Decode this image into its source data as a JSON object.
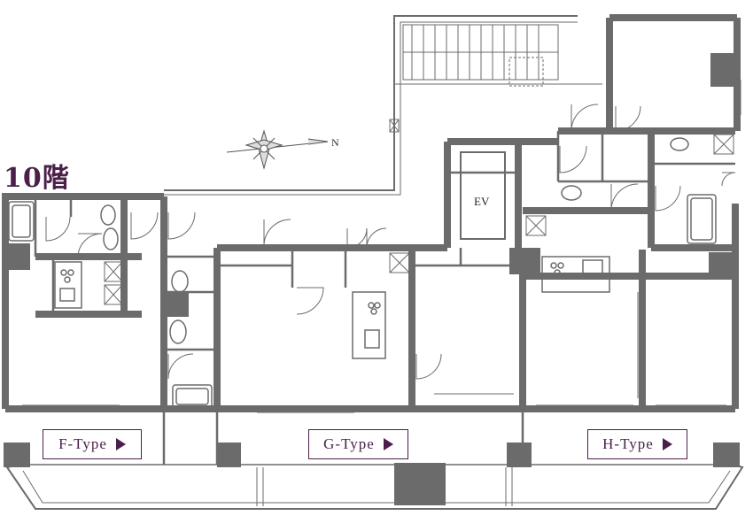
{
  "floor_label": "10階",
  "elevator_label": "EV",
  "north_label": "N",
  "unit_buttons": [
    {
      "label": "F-Type"
    },
    {
      "label": "G-Type"
    },
    {
      "label": "H-Type"
    }
  ],
  "colors": {
    "wall": "#6b6b6b",
    "accent": "#4b1f4a",
    "line": "#555555"
  }
}
